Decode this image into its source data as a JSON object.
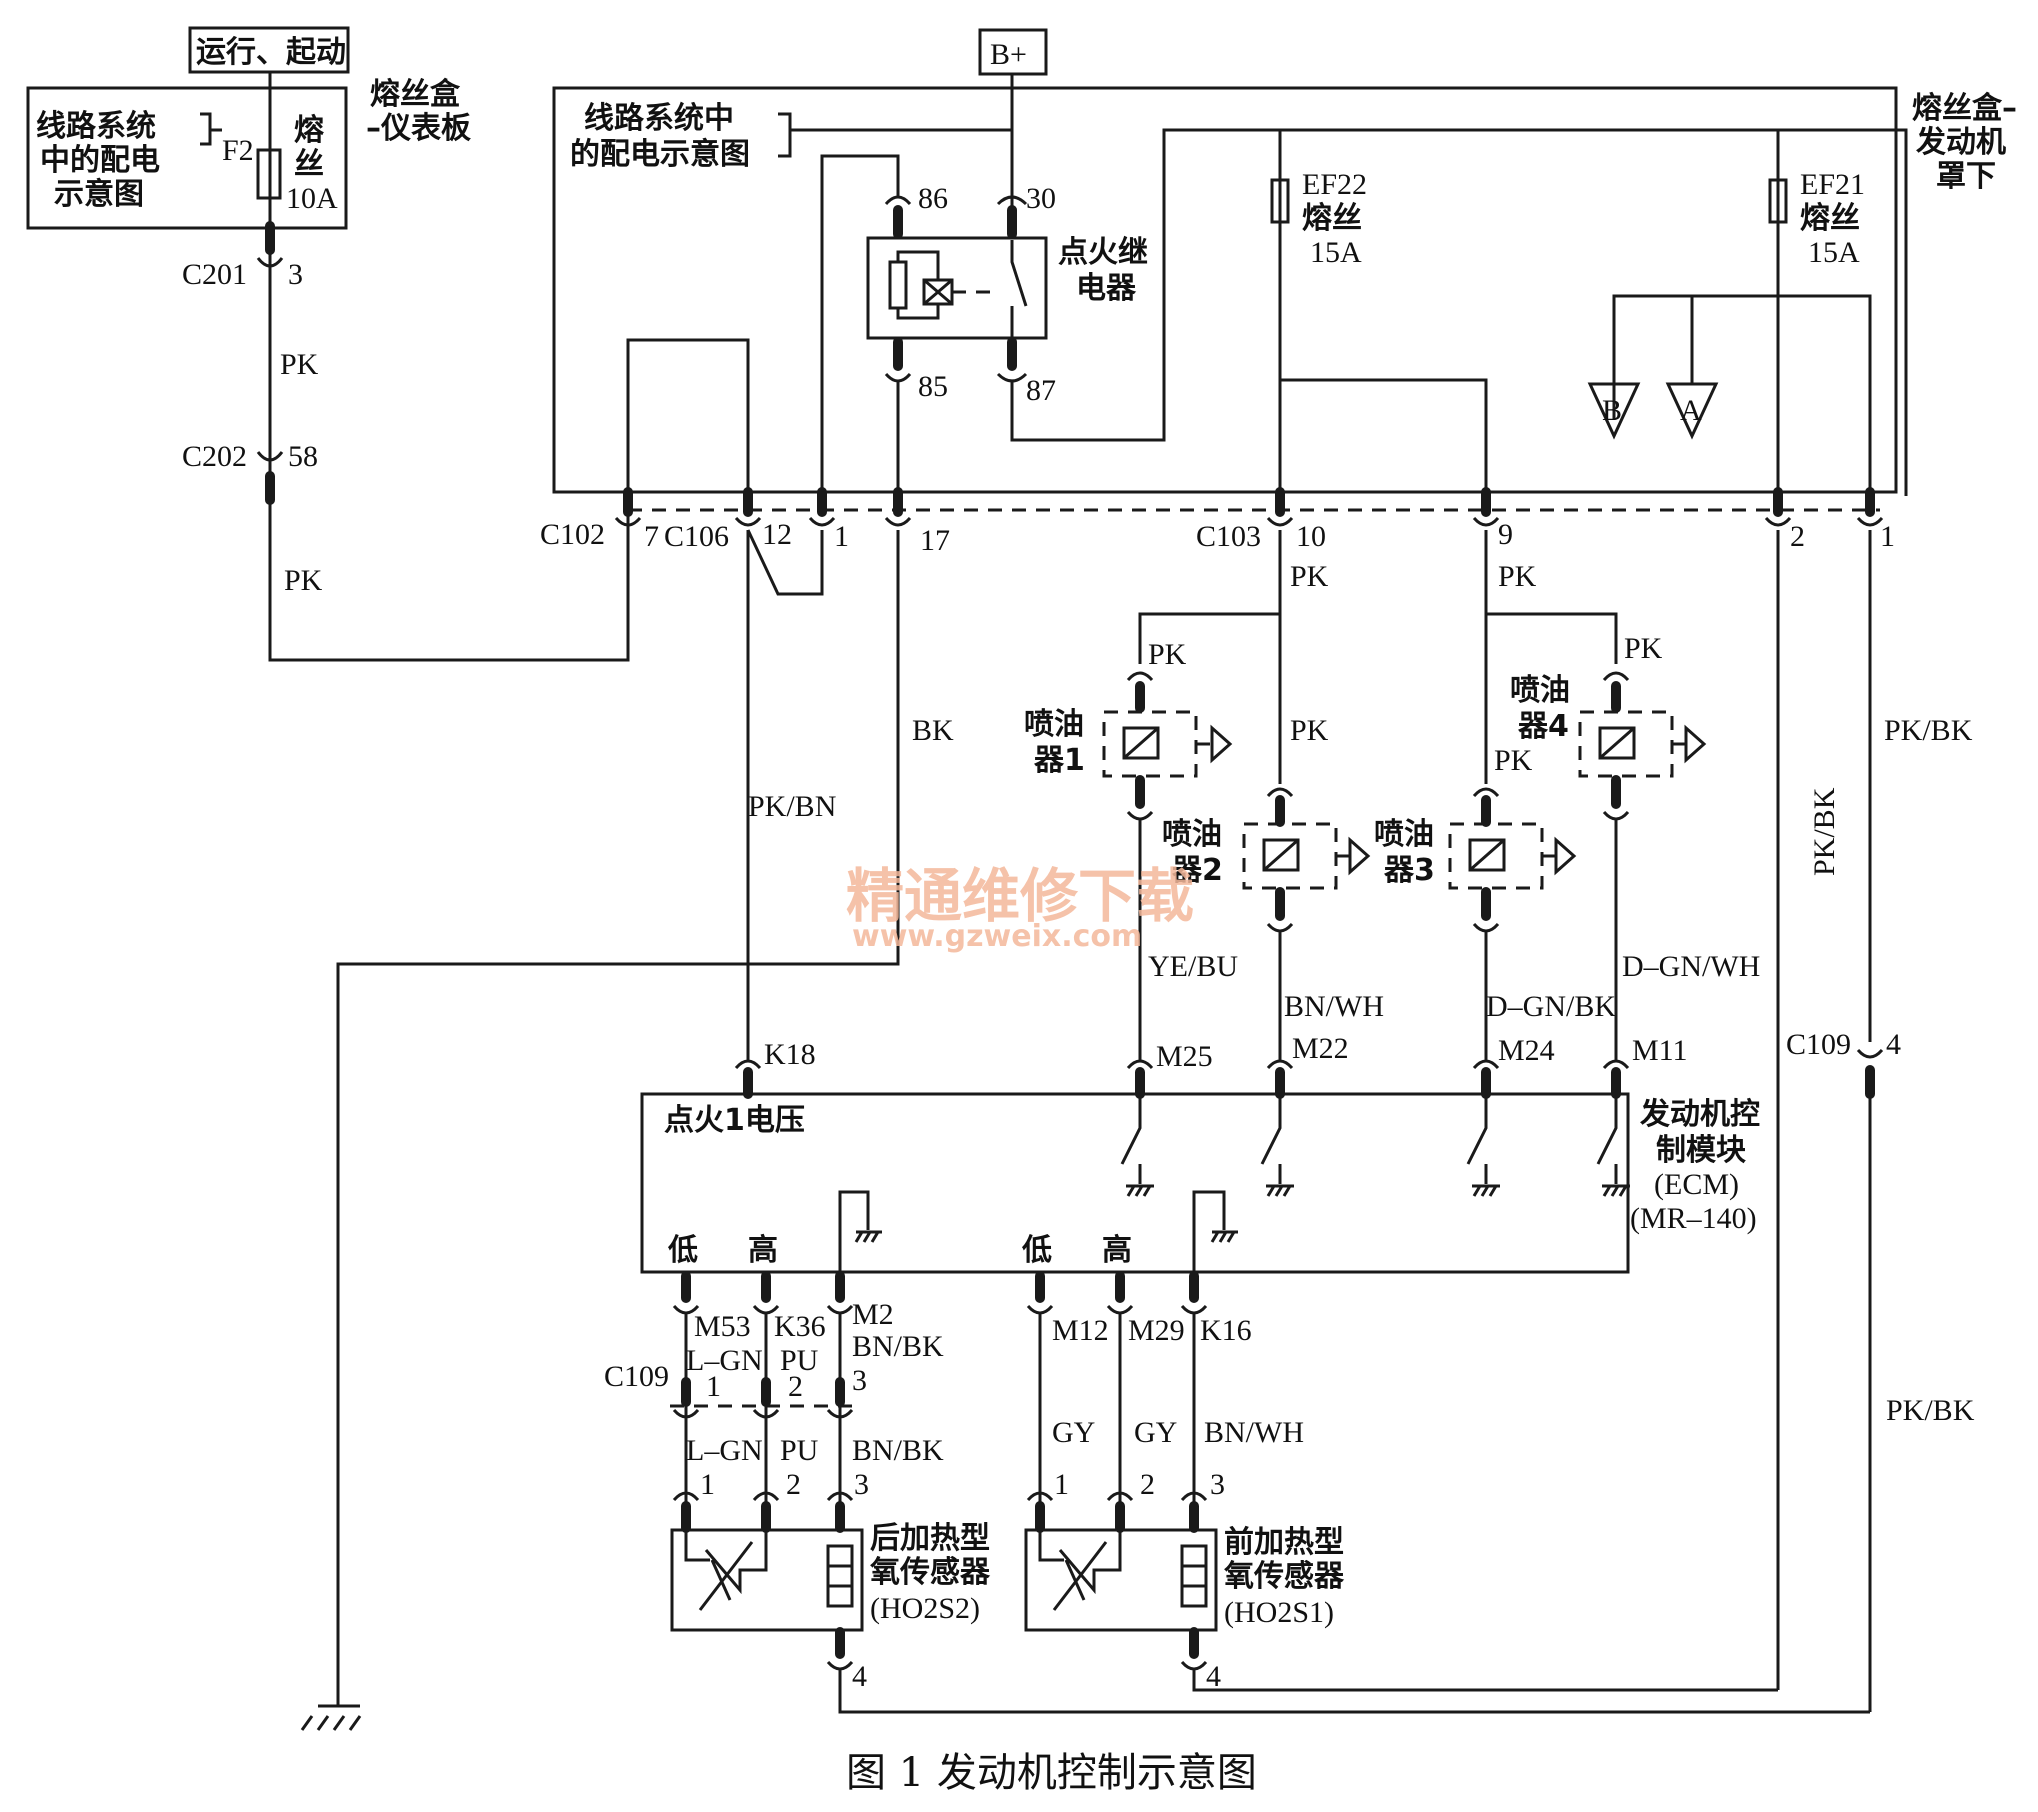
{
  "caption": "图 1   发动机控制示意图",
  "watermark": {
    "line1": "精通维修下载",
    "line2": "www.gzweix.com"
  },
  "run_start": "运行、起动",
  "bplus": "B+",
  "fusebox_ip": {
    "label1": "熔丝盒",
    "label2": "–仪表板",
    "dist1": "线路系统",
    "dist2": "中的配电",
    "dist3": "示意图",
    "fuse": "F2",
    "fuse_l1": "熔",
    "fuse_l2": "丝",
    "fuse_amp": "10A"
  },
  "fusebox_eng": {
    "label1": "熔丝盒–",
    "label2": "发动机",
    "label3": "罩下",
    "dist1": "线路系统中",
    "dist2": "的配电示意图"
  },
  "relay": {
    "name1": "点火继",
    "name2": "电器",
    "p86": "86",
    "p30": "30",
    "p85": "85",
    "p87": "87"
  },
  "ef22": {
    "name": "EF22",
    "l": "熔丝",
    "amp": "15A"
  },
  "ef21": {
    "name": "EF21",
    "l": "熔丝",
    "amp": "15A"
  },
  "offpage": {
    "b": "B",
    "a": "A"
  },
  "connectors": {
    "c201": "C201",
    "c201_pin": "3",
    "c202": "C202",
    "c202_pin": "58",
    "c102": "C102",
    "c102_pin": "7",
    "c106": "C106",
    "c106_pin12": "12",
    "c106_pin1": "1",
    "pin17": "17",
    "c103": "C103",
    "c103_pin10": "10",
    "c103_pin9": "9",
    "pin2": "2",
    "pin1": "1",
    "c109": "C109",
    "c109_pin4": "4",
    "c109b": "C109",
    "c109_p1": "1",
    "c109_p2": "2",
    "c109_p3": "3"
  },
  "wires": {
    "pk": "PK",
    "bk": "BK",
    "pkbn": "PK/BN",
    "pkbk": "PK/BK",
    "yebu": "YE/BU",
    "bnwh": "BN/WH",
    "dgnbk": "D–GN/BK",
    "dgnwh": "D–GN/WH",
    "lgn": "L–GN",
    "pu": "PU",
    "bnbk": "BN/BK",
    "gy": "GY"
  },
  "injectors": {
    "i1a": "喷油",
    "i1b": "器1",
    "i2a": "喷油",
    "i2b": "器2",
    "i3a": "喷油",
    "i3b": "器3",
    "i4a": "喷油",
    "i4b": "器4"
  },
  "ecm": {
    "ign": "点火1电压",
    "name1": "发动机控",
    "name2": "制模块",
    "name3": "(ECM)",
    "name4": "(MR–140)",
    "low": "低",
    "high": "高",
    "k18": "K18",
    "m25": "M25",
    "m22": "M22",
    "m24": "M24",
    "m11": "M11",
    "m53": "M53",
    "k36": "K36",
    "m2": "M2",
    "m12": "M12",
    "m29": "M29",
    "k16": "K16"
  },
  "sensors": {
    "rear1": "后加热型",
    "rear2": "氧传感器",
    "rear3": "(HO2S2)",
    "front1": "前加热型",
    "front2": "氧传感器",
    "front3": "(HO2S1)",
    "p1": "1",
    "p2": "2",
    "p3": "3",
    "p4": "4"
  }
}
